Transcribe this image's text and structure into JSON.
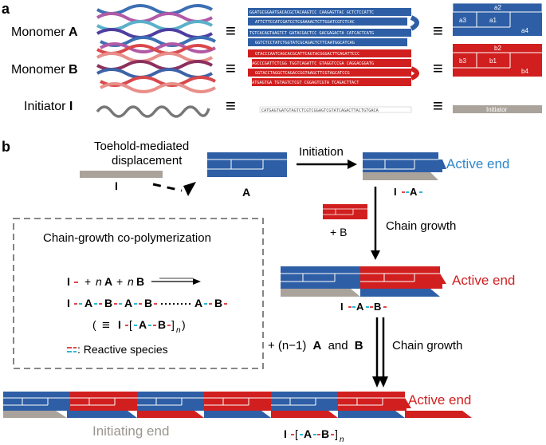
{
  "colors": {
    "blue": "#2e5fa6",
    "red": "#d11f1f",
    "gray": "#aaa39b",
    "active_blue": "#2f87c9",
    "active_red": "#d11f1f",
    "reactive_red": "#e0474b",
    "reactive_cyan": "#2bb8d8"
  },
  "panel_a": {
    "label": "a",
    "monomer_a": {
      "prefix": "Monomer ",
      "letter": "A"
    },
    "monomer_b": {
      "prefix": "Monomer ",
      "letter": "B"
    },
    "initiator": {
      "prefix": "Initiator ",
      "letter": "I"
    },
    "equiv": "≡",
    "seq_a": [
      "GGATGCGGAATGACACGCTACAAGTCC CAAGAGTTAC GCTCTCCATTC",
      "ATTCTTCCATCGATCCTCGAAAACTCTTGGATCGTCTCAC",
      "TGTCACAGTAAGTCT GATACGACTCC GACGAGACTA CATCACTCATG",
      "GGTCTCCTATCTGGTATCGCAGACTCTTCAATGGCATCAG"
    ],
    "seq_b": [
      "GTACCCAATCAGCACGCATTCAGTACGGGACTTCAGATTCCC",
      "AAGCCCGATTCTCGG TGGTCAGATTC GTAGGTCCGA CAGGACGGATG",
      "GGTACCTAGGCTCAGACCGGTAAGCTTCGTAGCATCCG",
      "CATGAGTGA TGTAGTCTCGT CGGAGTCGTA TCAGACTTACT"
    ],
    "seq_i": "CATGAGTGATGTAGTCTCGTCGGAGTCGTATCAGACTTACTGTGACA",
    "a_segments": [
      "a2",
      "a3",
      "a1",
      "a4"
    ],
    "b_segments": [
      "b2",
      "b3",
      "b1",
      "b4"
    ],
    "initiator_label": "Initiator"
  },
  "panel_b": {
    "label": "b",
    "toehold_line1": "Toehold-mediated",
    "toehold_line2": "displacement",
    "initiator_letter": "I",
    "monomer_letter_a": "A",
    "monomer_letter_b": "B",
    "initiation": "Initiation",
    "active_end": "Active end",
    "chain_growth": "Chain growth",
    "plus_b": "+ B",
    "plus_n_minus_1": "+ (n−1)",
    "and": "and",
    "initiating_end": "Initiating end",
    "n_sub": "n"
  },
  "copolymer_box": {
    "title": "Chain-growth co-polymerization",
    "eq_plus": "+",
    "n": "n",
    "equiv": "≡",
    "reactive_species": ": Reactive species"
  }
}
